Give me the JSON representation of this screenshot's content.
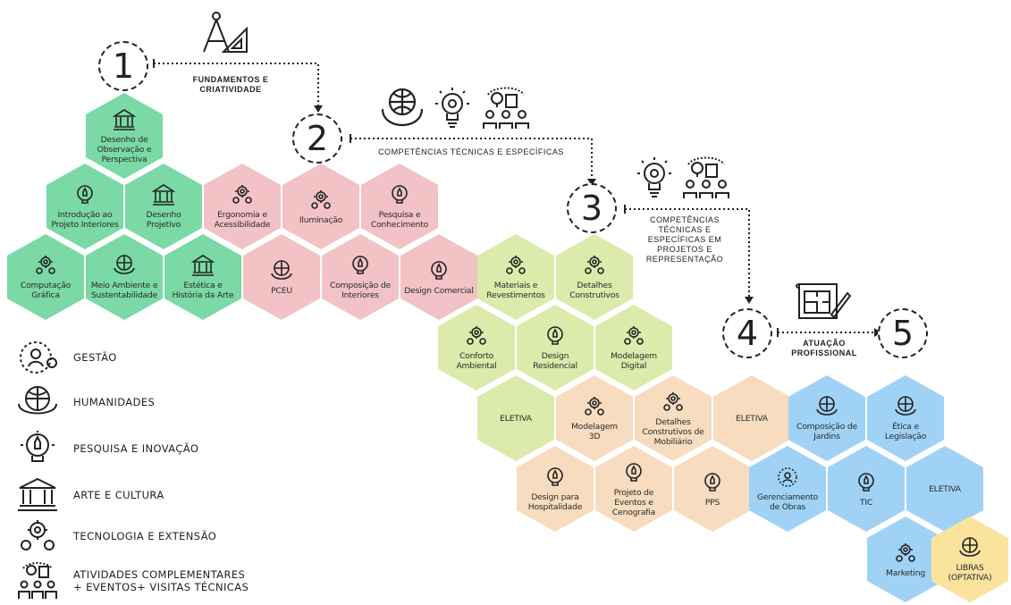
{
  "colors": {
    "green": "#7ad9a4",
    "pink": "#f2c2c5",
    "lime": "#dcebab",
    "peach": "#f7dcbf",
    "blue": "#9fd2f5",
    "yellow": "#fae39d"
  },
  "steps": [
    {
      "number": "1",
      "caption": "FUNDAMENTOS E\nCRIATIVIDADE"
    },
    {
      "number": "2",
      "caption": "COMPETÊNCIAS TÉCNICAS E ESPECÍFICAS"
    },
    {
      "number": "3",
      "caption": "COMPETÊNCIAS\nTÉCNICAS E\nESPECÍFICAS EM\nPROJETOS E\nREPRESENTAÇÃO"
    },
    {
      "number": "4",
      "caption": "ATUAÇÃO\nPROFISSIONAL"
    },
    {
      "number": "5",
      "caption": ""
    }
  ],
  "hexes": [
    {
      "label": "Desenho de\nObservação e\nPerspectiva",
      "color": "green",
      "icon": "museum-icon"
    },
    {
      "label": "Introdução ao\nProjeto Interiores",
      "color": "green",
      "icon": "lightbulb-rocket-icon"
    },
    {
      "label": "Desenho\nProjetivo",
      "color": "green",
      "icon": "museum-icon"
    },
    {
      "label": "Computação\nGráfica",
      "color": "green",
      "icon": "gears-icon"
    },
    {
      "label": "Meio Ambiente e\nSustentabilidade",
      "color": "green",
      "icon": "globe-people-icon"
    },
    {
      "label": "Estética e\nHistória da Arte",
      "color": "green",
      "icon": "museum-icon"
    },
    {
      "label": "Ergonomia e\nAcessibilidade",
      "color": "pink",
      "icon": "gears-icon"
    },
    {
      "label": "Iluminação",
      "color": "pink",
      "icon": "gears-icon"
    },
    {
      "label": "Pesquisa e\nConhecimento",
      "color": "pink",
      "icon": "lightbulb-rocket-icon"
    },
    {
      "label": "PCEU",
      "color": "pink",
      "icon": "globe-people-icon"
    },
    {
      "label": "Composição de\nInteriores",
      "color": "pink",
      "icon": "lightbulb-rocket-icon"
    },
    {
      "label": "Design Comercial",
      "color": "pink",
      "icon": "lightbulb-rocket-icon"
    },
    {
      "label": "Materiais e\nRevestimentos",
      "color": "lime",
      "icon": "gears-icon"
    },
    {
      "label": "Detalhes\nConstrutivos",
      "color": "lime",
      "icon": "gears-icon"
    },
    {
      "label": "Conforto\nAmbiental",
      "color": "lime",
      "icon": "gears-icon"
    },
    {
      "label": "Design\nResidencial",
      "color": "lime",
      "icon": "lightbulb-rocket-icon"
    },
    {
      "label": "Modelagem\nDigital",
      "color": "lime",
      "icon": "gears-icon"
    },
    {
      "label": "ELETIVA",
      "color": "lime",
      "icon": ""
    },
    {
      "label": "Modelagem\n3D",
      "color": "peach",
      "icon": "gears-icon"
    },
    {
      "label": "Detalhes\nConstrutivos de\nMobiliário",
      "color": "peach",
      "icon": "gears-icon"
    },
    {
      "label": "ELETIVA",
      "color": "peach",
      "icon": ""
    },
    {
      "label": "Design para\nHospitalidade",
      "color": "peach",
      "icon": "lightbulb-rocket-icon"
    },
    {
      "label": "Projeto de\nEventos e\nCenografia",
      "color": "peach",
      "icon": "lightbulb-rocket-icon"
    },
    {
      "label": "PPS",
      "color": "peach",
      "icon": "lightbulb-rocket-icon"
    },
    {
      "label": "Composição de\nJardins",
      "color": "blue",
      "icon": "globe-people-icon"
    },
    {
      "label": "Ética e\nLegislação",
      "color": "blue",
      "icon": "globe-people-icon"
    },
    {
      "label": "Gerenciamento\nde Obras",
      "color": "blue",
      "icon": "management-icon"
    },
    {
      "label": "TIC",
      "color": "blue",
      "icon": "lightbulb-rocket-icon"
    },
    {
      "label": "ELETIVA",
      "color": "blue",
      "icon": ""
    },
    {
      "label": "Marketing",
      "color": "blue",
      "icon": "gears-icon"
    },
    {
      "label": "LIBRAS\n(OPTATIVA)",
      "color": "yellow",
      "icon": "globe-people-icon"
    }
  ],
  "legend": [
    {
      "icon": "management-icon",
      "label": "GESTÃO"
    },
    {
      "icon": "globe-people-icon",
      "label": "HUMANIDADES"
    },
    {
      "icon": "lightbulb-rocket-icon",
      "label": "PESQUISA E INOVAÇÃO"
    },
    {
      "icon": "museum-icon",
      "label": "ARTE E CULTURA"
    },
    {
      "icon": "gears-icon",
      "label": "TECNOLOGIA E EXTENSÃO"
    },
    {
      "icon": "group-map-icon",
      "label": "ATIVIDADES COMPLEMENTARES\n+ EVENTOS+ VISITAS TÉCNICAS"
    }
  ]
}
